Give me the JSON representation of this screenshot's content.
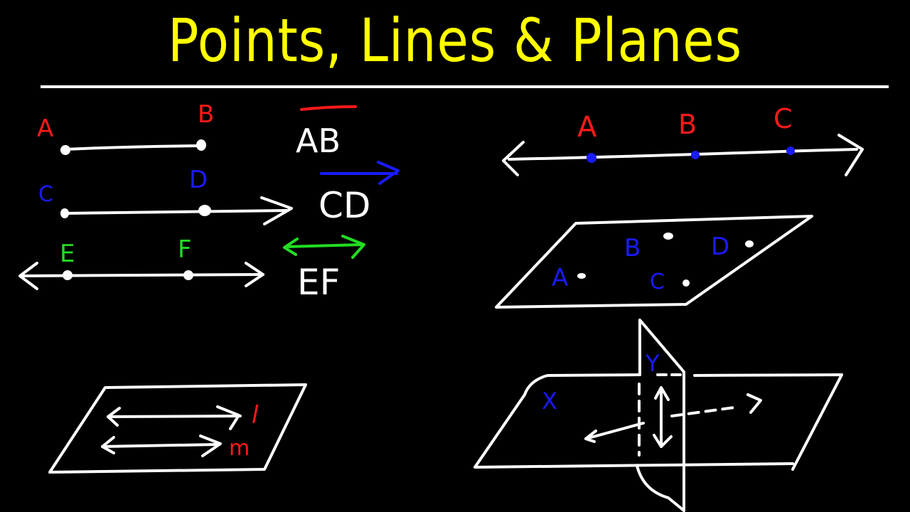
{
  "title": "Points, Lines & Planes",
  "colors": {
    "background": "#000000",
    "title": "#ffff00",
    "ink": "#ffffff",
    "red": "#ff1a1a",
    "blue": "#1a1aff",
    "green": "#22dd22"
  },
  "segment_example": {
    "label_a": "A",
    "label_b": "B",
    "notation": "AB",
    "notation_symbol": "bar"
  },
  "ray_example": {
    "label_c": "C",
    "label_d": "D",
    "notation": "CD",
    "notation_symbol": "ray-arrow"
  },
  "line_example": {
    "label_e": "E",
    "label_f": "F",
    "notation": "EF",
    "notation_symbol": "double-arrow"
  },
  "collinear_points": {
    "labels": [
      "A",
      "B",
      "C"
    ]
  },
  "plane_points": {
    "labels": [
      "A",
      "B",
      "C",
      "D"
    ]
  },
  "parallel_lines_plane": {
    "labels": [
      "l",
      "m"
    ]
  },
  "intersecting_planes": {
    "labels": [
      "X",
      "Y"
    ]
  }
}
